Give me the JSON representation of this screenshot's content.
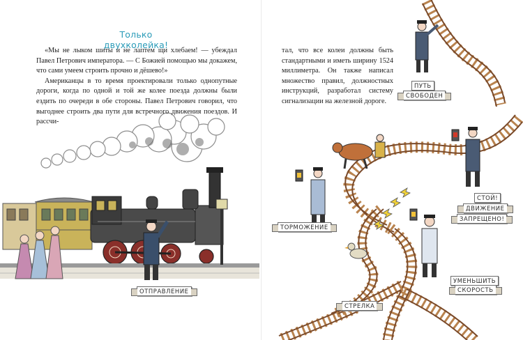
{
  "page": {
    "title": "Только двухколейка!",
    "left_paragraphs": [
      "«Мы не лыком шиты и не лаптем щи хлебаем! — убеждал Павел Петрович императора. — С Божией помощью мы докажем, что сами умеем строить прочно и дёшево!»",
      "Американцы в то время проектировали только однопутные дороги, когда по одной и той же колее поезда должны были ездить по очереди в обе стороны. Павел Петрович говорил, что выгоднее строить два пути для встречного движения поездов. И рассчи-"
    ],
    "right_paragraph": "тал, что все колеи должны быть стандартными и иметь ширину 1524 миллиметра. Он также написал множество правил, должностных инструкций, разработал систему сигнализации на железной дороге."
  },
  "labels": {
    "departure": "ОТПРАВЛЕНИЕ",
    "path": "ПУТЬ",
    "free": "СВОБОДЕН",
    "stop": "СТОЙ!",
    "movement": "ДВИЖЕНИЕ",
    "forbidden": "ЗАПРЕЩЕНО!",
    "braking": "ТОРМОЖЕНИЕ",
    "reduce": "УМЕНЬШИТЬ",
    "speed": "СКОРОСТЬ",
    "switch": "СТРЕЛКА"
  },
  "colors": {
    "title": "#2a9bb8",
    "rail": "#7a4a2a",
    "sleeper": "#b9834e",
    "locomotive": "#3d3d3d",
    "wagon": "#c9b35a",
    "smoke": "#9a9a9a"
  }
}
